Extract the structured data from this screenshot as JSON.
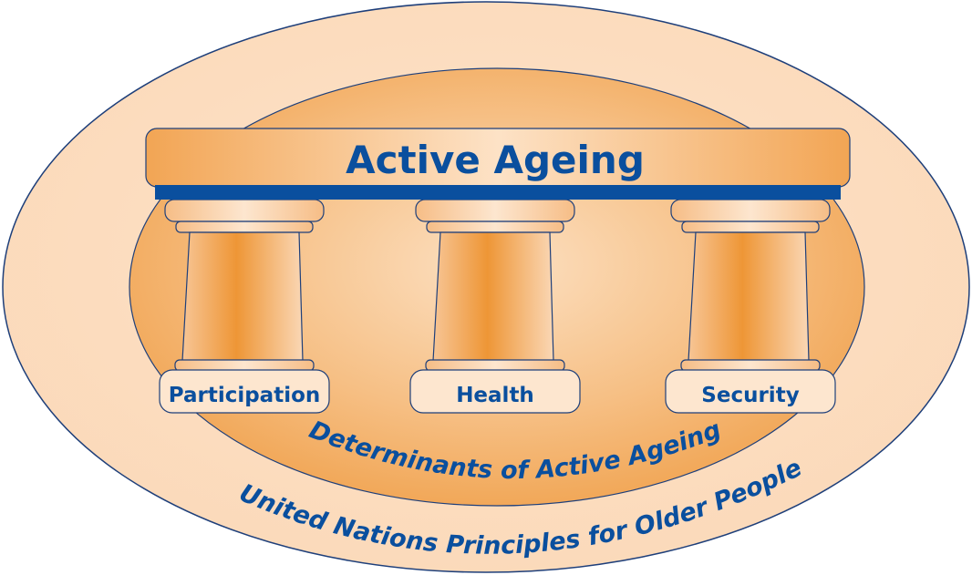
{
  "title": "Active Ageing",
  "pillars": [
    "Participation",
    "Health",
    "Security"
  ],
  "inner_ring_label": "Determinants of Active Ageing",
  "outer_ring_label": "United Nations Principles for Older People",
  "colors": {
    "blue": "#0a4f9e",
    "orange_dark": "#ee9433",
    "orange_mid": "#f4b97a",
    "peach": "#fbdcc0",
    "cream": "#fde6cf",
    "outline": "#1e3f7a"
  }
}
